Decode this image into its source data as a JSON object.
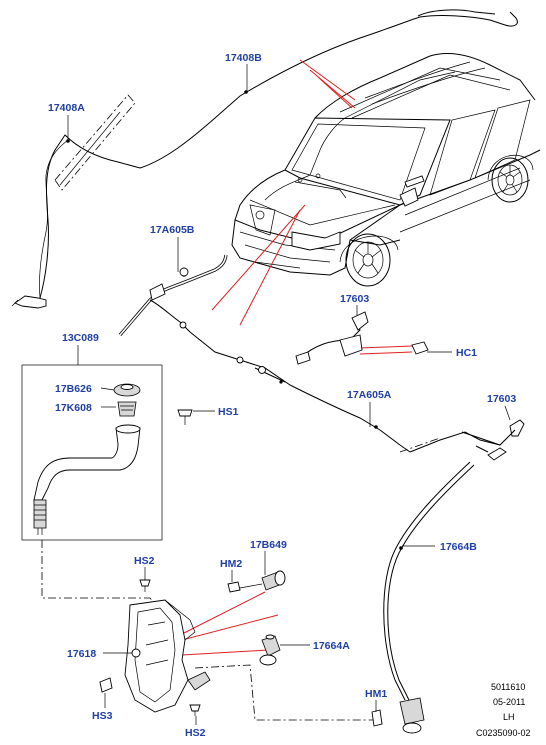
{
  "labels": {
    "l17408B": "17408B",
    "l17408A": "17408A",
    "l17A605B": "17A605B",
    "l17603a": "17603",
    "lHC1": "HC1",
    "l13C089": "13C089",
    "l17B626": "17B626",
    "l17K608": "17K608",
    "lHS1": "HS1",
    "l17A605A": "17A605A",
    "l17603b": "17603",
    "l17664B": "17664B",
    "lHS2a": "HS2",
    "lHM2": "HM2",
    "l17B649": "17B649",
    "l17664A": "17664A",
    "l17618": "17618",
    "lHS3": "HS3",
    "lHS2b": "HS2",
    "lHM1": "HM1"
  },
  "footer": {
    "line1": "5011610",
    "line2": "05-2011",
    "line3": "LH",
    "line4": "C0235090-02"
  },
  "colors": {
    "label": "#1f3fa6",
    "leader_red": "#e02020",
    "line": "#000000"
  }
}
